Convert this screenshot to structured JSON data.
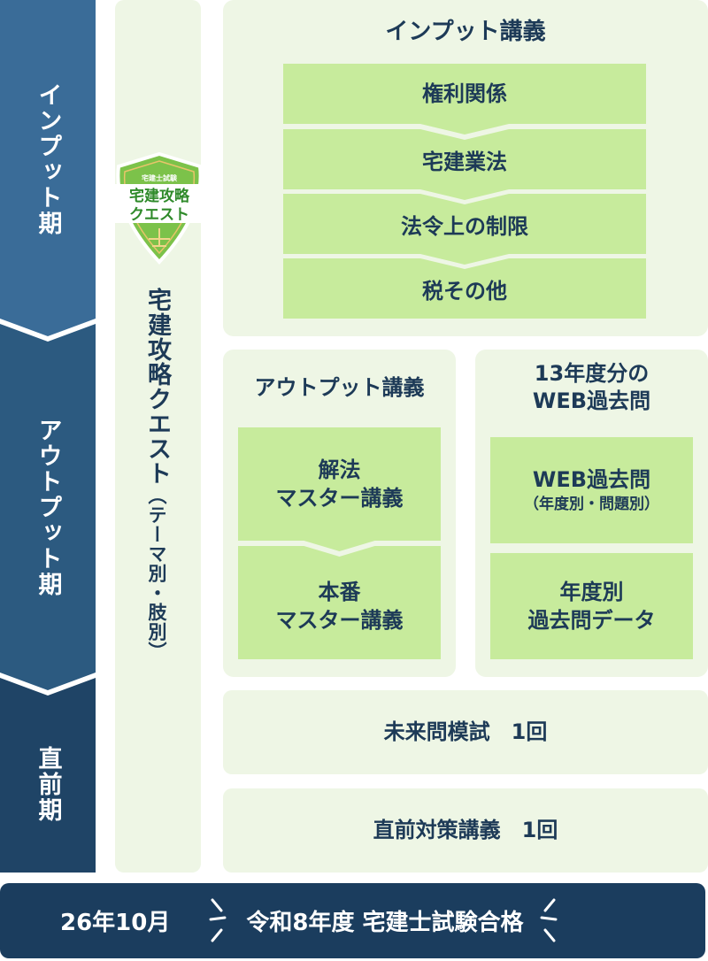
{
  "phases": [
    "インプット期",
    "アウトプット期",
    "直前期"
  ],
  "quest_column": {
    "title": "宅建攻略クエスト",
    "suffix": "（テーマ別・肢別）"
  },
  "badge": {
    "top": "宅建士試験",
    "line1": "宅建攻略",
    "line2": "クエスト"
  },
  "input": {
    "title": "インプット講義",
    "items": [
      "権利関係",
      "宅建業法",
      "法令上の制限",
      "税その他"
    ]
  },
  "output": {
    "title": "アウトプット講義",
    "items": [
      {
        "l1": "解法",
        "l2": "マスター講義"
      },
      {
        "l1": "本番",
        "l2": "マスター講義"
      }
    ]
  },
  "web": {
    "title1": "13年度分の",
    "title2": "WEB過去問",
    "items": [
      {
        "l1": "WEB過去問",
        "l2": "（年度別・問題別）"
      },
      {
        "l1": "年度別",
        "l2": "過去問データ"
      }
    ]
  },
  "mock": "未来問模試　1回",
  "final": "直前対策講義　1回",
  "goal": {
    "date": "26年10月",
    "text": "令和8年度 宅建士試験合格"
  },
  "colors": {
    "phase1": "#3a6c98",
    "phase2": "#2c5a80",
    "phase3": "#1f4466",
    "bar": "#1b3d5e",
    "panel": "#eef6e5",
    "box": "#c7eb9c"
  }
}
